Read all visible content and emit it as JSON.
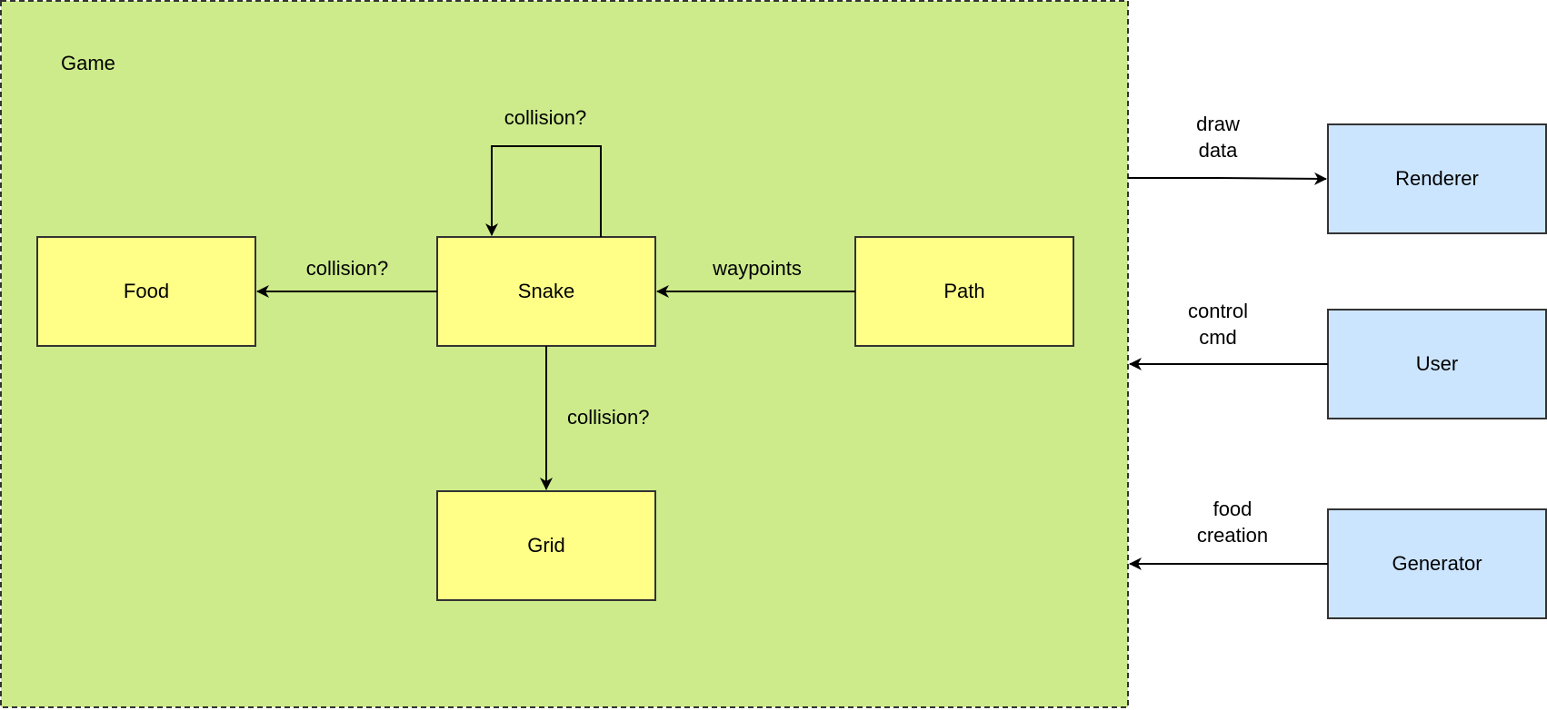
{
  "colors": {
    "game_fill": "#cdeb8b",
    "internal_fill": "#ffff88",
    "external_fill": "#cce5ff",
    "stroke": "#333333"
  },
  "container": {
    "label": "Game"
  },
  "nodes": {
    "food": "Food",
    "snake": "Snake",
    "path": "Path",
    "grid": "Grid",
    "renderer": "Renderer",
    "user": "User",
    "generator": "Generator"
  },
  "edges": {
    "snake_self": "collision?",
    "snake_food": "collision?",
    "path_snake": "waypoints",
    "snake_grid": "collision?",
    "game_renderer": [
      "draw",
      "data"
    ],
    "user_game": [
      "control",
      "cmd"
    ],
    "generator_game": [
      "food",
      "creation"
    ]
  }
}
